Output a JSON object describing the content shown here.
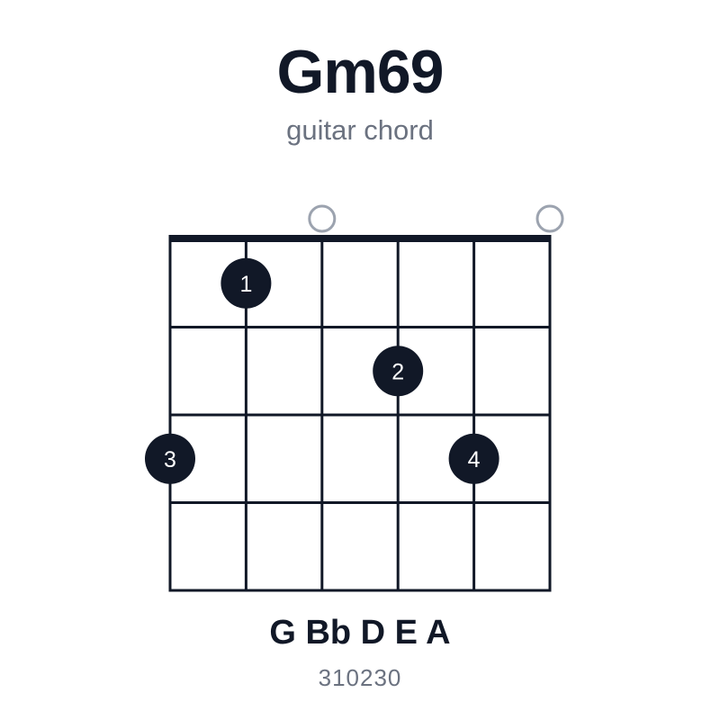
{
  "chord": {
    "name": "Gm69",
    "subtitle": "guitar chord",
    "notes": "G Bb D E A",
    "fingering": "310230"
  },
  "diagram": {
    "strings": 6,
    "frets": 4,
    "open_strings": [
      3,
      6
    ],
    "dots": [
      {
        "string": 2,
        "fret": 1,
        "finger": "1"
      },
      {
        "string": 4,
        "fret": 2,
        "finger": "2"
      },
      {
        "string": 1,
        "fret": 3,
        "finger": "3"
      },
      {
        "string": 5,
        "fret": 3,
        "finger": "4"
      }
    ]
  },
  "colors": {
    "ink": "#111827",
    "muted": "#6b7280",
    "open_marker": "#9ca3af",
    "dot_text": "#ffffff"
  }
}
